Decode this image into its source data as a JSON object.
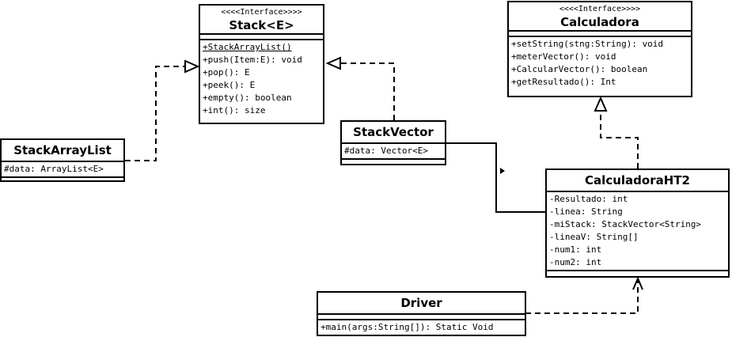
{
  "stack": {
    "stereotype": "<<<<Interface>>>>",
    "name": "Stack<E>",
    "operations": [
      "+StackArrayList()",
      "+push(Item:E): void",
      "+pop(): E",
      "+peek(): E",
      "+empty(): boolean",
      "+int(): size"
    ]
  },
  "calculadora": {
    "stereotype": "<<<<Interface>>>>",
    "name": "Calculadora",
    "operations": [
      "+setString(stng:String): void",
      "+meterVector(): void",
      "+CalcularVector(): boolean",
      "+getResultado(): Int"
    ]
  },
  "stack_array_list": {
    "name": "StackArrayList",
    "attributes": [
      "#data: ArrayList<E>"
    ]
  },
  "stack_vector": {
    "name": "StackVector",
    "attributes": [
      "#data: Vector<E>"
    ]
  },
  "calculadora_ht2": {
    "name": "CalculadoraHT2",
    "attributes": [
      "-Resultado: int",
      "-linea: String",
      "-miStack: StackVector<String>",
      "-lineaV: String[]",
      "-num1: int",
      "-num2: int"
    ]
  },
  "driver": {
    "name": "Driver",
    "operations": [
      "+main(args:String[]): Static Void"
    ]
  }
}
